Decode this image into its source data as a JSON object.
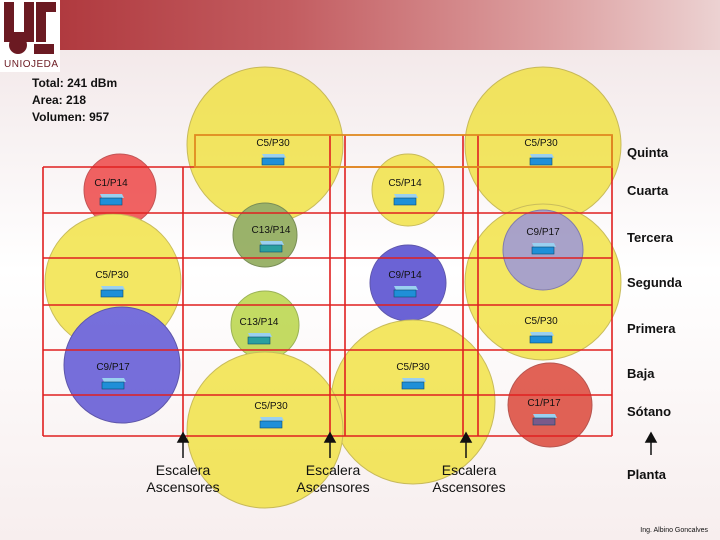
{
  "logo": {
    "text": "UNIOJEDA"
  },
  "info": {
    "total": "Total: 241 dBm",
    "area": "Area: 218",
    "volume": "Volumen: 957"
  },
  "floors": [
    "Quinta",
    "Cuarta",
    "Tercera",
    "Segunda",
    "Primera",
    "Baja",
    "Sótano",
    "Planta"
  ],
  "stairs": [
    {
      "line1": "Escalera",
      "line2": "Ascensores"
    },
    {
      "line1": "Escalera",
      "line2": "Ascensores"
    },
    {
      "line1": "Escalera",
      "line2": "Ascensores"
    }
  ],
  "access_points": [
    {
      "label": "C5/P30",
      "color": "#e2d646"
    },
    {
      "label": "C5/P30",
      "color": "#e2d646"
    },
    {
      "label": "C1/P14",
      "color": "#e04a4a"
    },
    {
      "label": "C5/P14",
      "color": "#e2d646"
    },
    {
      "label": "C13/P14",
      "color": "#8cb04a"
    },
    {
      "label": "C9/P17",
      "color": "#8a7fc0"
    },
    {
      "label": "C5/P30",
      "color": "#e2d646"
    },
    {
      "label": "C9/P14",
      "color": "#5a50d0"
    },
    {
      "label": "C13/P14",
      "color": "#a8c83a"
    },
    {
      "label": "C5/P30",
      "color": "#e2d646"
    },
    {
      "label": "C9/P17",
      "color": "#5a50d0"
    },
    {
      "label": "C5/P30",
      "color": "#e2d646"
    },
    {
      "label": "C1/P17",
      "color": "#d14a3c"
    },
    {
      "label": "C5/P30",
      "color": "#e2d646"
    }
  ],
  "credit": "Ing. Albino Goncalves"
}
